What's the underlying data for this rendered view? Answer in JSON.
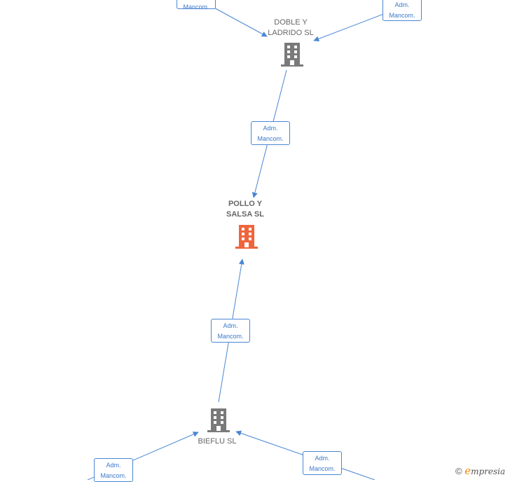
{
  "nodes": {
    "doble_y_ladrido": {
      "label": "DOBLE Y\nLADRIDO  SL"
    },
    "pollo_y_salsa": {
      "label": "POLLO Y\nSALSA  SL"
    },
    "bieflu": {
      "label": "BIEFLU  SL"
    }
  },
  "edges": {
    "top_left": {
      "label": "Adm.\nMancom."
    },
    "top_right": {
      "label": "Adm.\nMancom."
    },
    "doble_to_pollo": {
      "label": "Adm.\nMancom."
    },
    "bieflu_to_pollo": {
      "label": "Adm.\nMancom."
    },
    "bottom_left": {
      "label": "Adm.\nMancom."
    },
    "bottom_right": {
      "label": "Adm.\nMancom."
    }
  },
  "colors": {
    "edge": "#4a86d4",
    "building_gray": "#7a7a7a",
    "building_main": "#f0643c"
  },
  "footer": {
    "copyright_symbol": "©",
    "brand_first": "e",
    "brand_rest": "mpresia"
  }
}
